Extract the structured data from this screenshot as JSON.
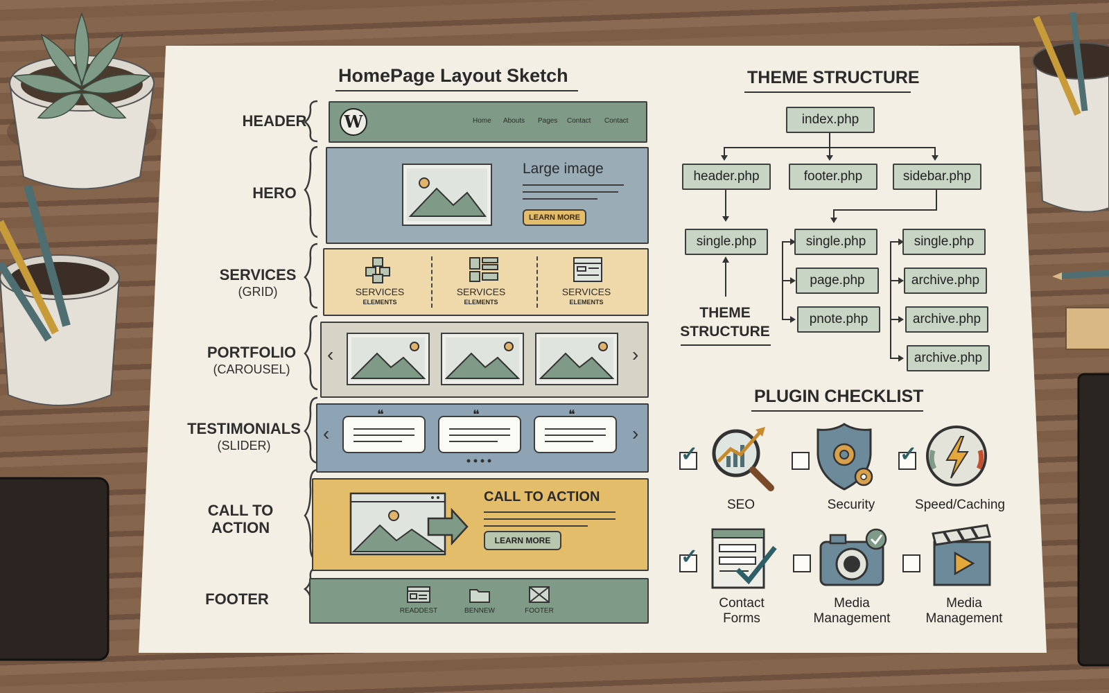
{
  "layout": {
    "title": "HomePage Layout Sketch",
    "rows": [
      {
        "label": "HEADER",
        "sub": ""
      },
      {
        "label": "HERO",
        "sub": ""
      },
      {
        "label": "SERVICES",
        "sub": "(GRID)"
      },
      {
        "label": "PORTFOLIO",
        "sub": "(CAROUSEL)"
      },
      {
        "label": "TESTIMONIALS",
        "sub": "(SLIDER)"
      },
      {
        "label": "CALL TO",
        "sub": "ACTION"
      },
      {
        "label": "FOOTER",
        "sub": ""
      }
    ],
    "header": {
      "logo": "W",
      "nav": [
        "Home",
        "Abouts",
        "Pages",
        "Contact",
        "Contact"
      ]
    },
    "hero": {
      "heading": "Large image",
      "button": "LEARN MORE"
    },
    "services": [
      {
        "label": "SERVICES",
        "sub": "ELEMENTS"
      },
      {
        "label": "SERVICES",
        "sub": "ELEMENTS"
      },
      {
        "label": "SERVICES",
        "sub": "ELEMENTS"
      }
    ],
    "portfolio": {
      "prev": "‹",
      "next": "›"
    },
    "testimonials": {
      "quote": "❝",
      "prev": "‹",
      "next": "›"
    },
    "cta": {
      "heading": "CALL TO ACTION",
      "button": "LEARN MORE"
    },
    "footer": [
      "READDEST",
      "BENNEW",
      "FOOTER"
    ]
  },
  "theme": {
    "title": "THEME STRUCTURE",
    "root": "index.php",
    "level1": [
      "header.php",
      "footer.php",
      "sidebar.php"
    ],
    "left": "single.php",
    "middle": [
      "single.php",
      "page.php",
      "pnote.php"
    ],
    "right": [
      "single.php",
      "archive.php",
      "archive.php",
      "archive.php"
    ],
    "caption_line1": "THEME",
    "caption_line2": "STRUCTURE"
  },
  "plugins": {
    "title": "PLUGIN CHECKLIST",
    "items": [
      {
        "label": "SEO",
        "checked": true,
        "icon": "seo-magnifier-icon"
      },
      {
        "label": "Security",
        "checked": false,
        "icon": "security-shield-icon"
      },
      {
        "label": "Speed/Caching",
        "checked": true,
        "icon": "speed-gauge-icon"
      },
      {
        "label_1": "Contact",
        "label_2": "Forms",
        "checked": true,
        "icon": "contact-form-icon"
      },
      {
        "label_1": "Media",
        "label_2": "Management",
        "checked": false,
        "icon": "camera-icon"
      },
      {
        "label_1": "Media",
        "label_2": "Management",
        "checked": false,
        "icon": "clapperboard-icon"
      }
    ]
  },
  "colors": {
    "sage": "#7f9a86",
    "blue": "#8ea3b3",
    "sand": "#efd9ab",
    "mustard": "#e4bd6a",
    "teal": "#2e5e68"
  }
}
